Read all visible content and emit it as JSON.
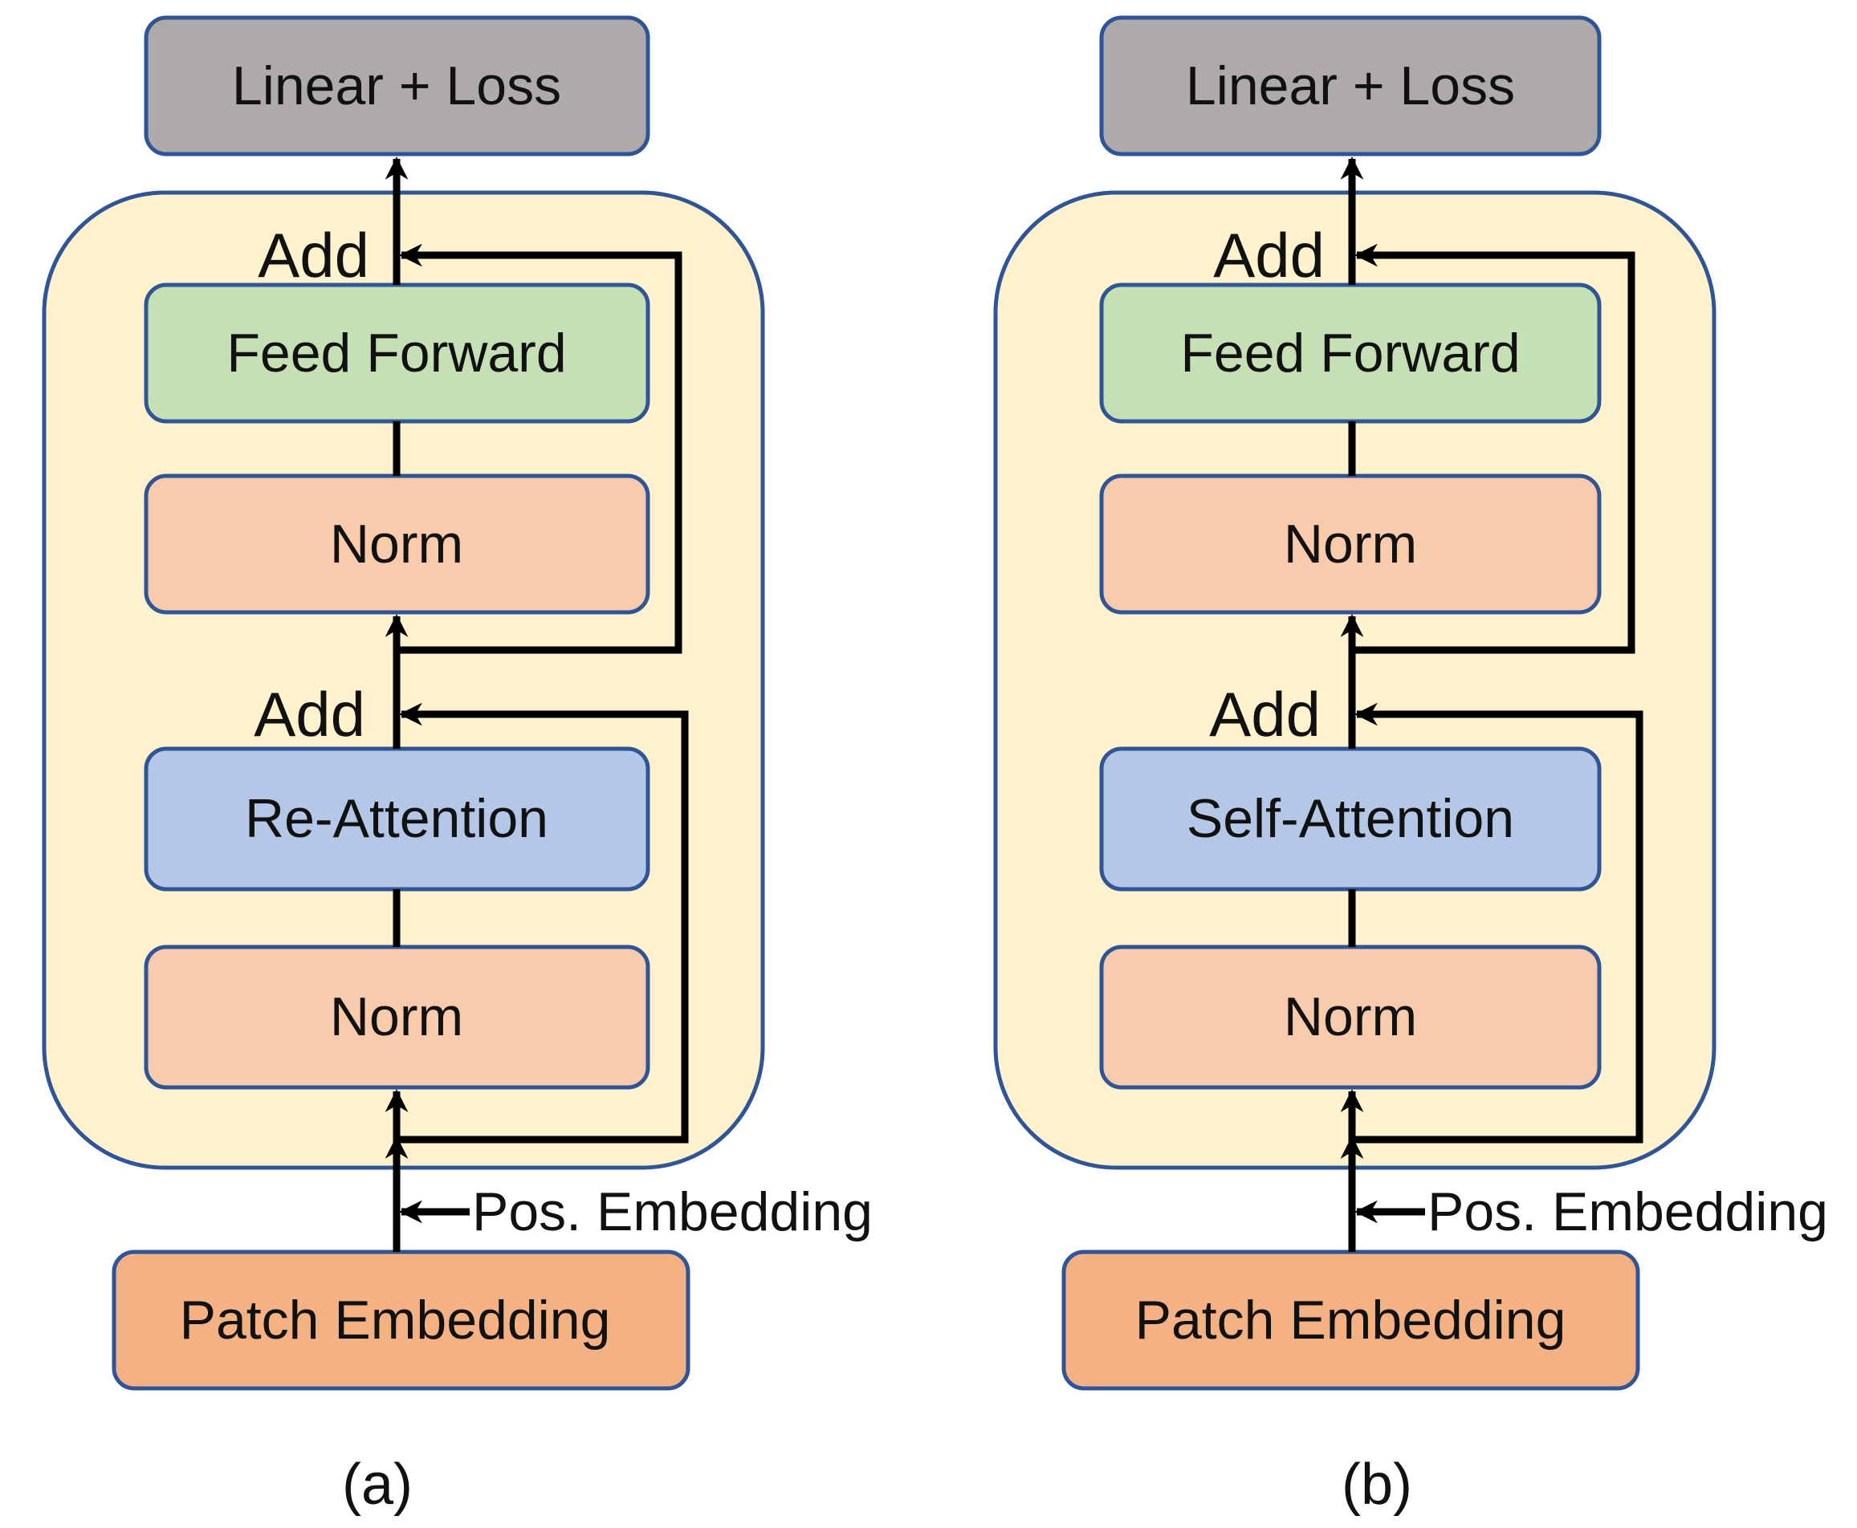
{
  "colors": {
    "block_background": "#fff2cc",
    "outline": "#2f5597",
    "linear_loss": "#aeaaaa",
    "feed_forward": "#c5e0b4",
    "norm": "#f8cbad",
    "attention": "#b4c7e7",
    "patch_embedding": "#f4b183",
    "arrow": "#000000"
  },
  "panels": [
    {
      "caption": "(a)",
      "linear_loss": "Linear + Loss",
      "feed_forward": "Feed Forward",
      "norm_top": "Norm",
      "attention": "Re-Attention",
      "norm_bottom": "Norm",
      "patch_embedding": "Patch Embedding",
      "add_top": "Add",
      "add_bottom": "Add",
      "pos_embedding": "Pos. Embedding"
    },
    {
      "caption": "(b)",
      "linear_loss": "Linear + Loss",
      "feed_forward": "Feed Forward",
      "norm_top": "Norm",
      "attention": "Self-Attention",
      "norm_bottom": "Norm",
      "patch_embedding": "Patch Embedding",
      "add_top": "Add",
      "add_bottom": "Add",
      "pos_embedding": "Pos. Embedding"
    }
  ]
}
